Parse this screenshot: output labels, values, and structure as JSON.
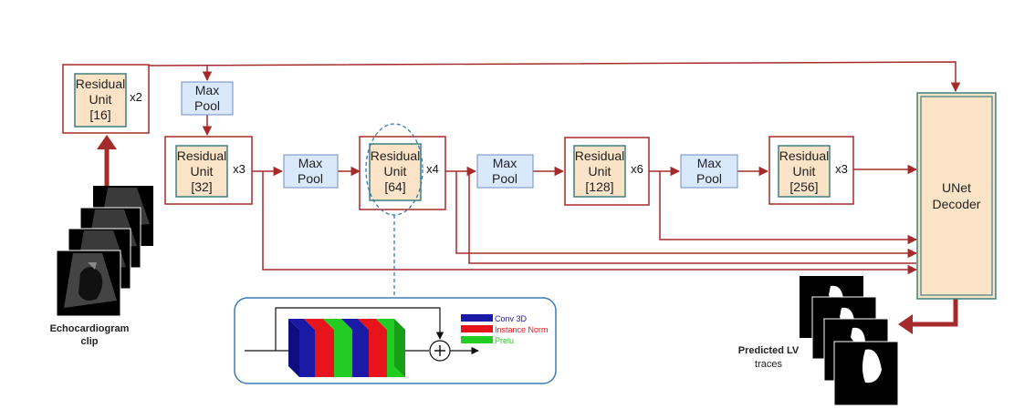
{
  "units": [
    {
      "title": "Residual",
      "line2": "Unit",
      "channels": "[16]",
      "mult": "x2"
    },
    {
      "title": "Residual",
      "line2": "Unit",
      "channels": "[32]",
      "mult": "x3"
    },
    {
      "title": "Residual",
      "line2": "Unit",
      "channels": "[64]",
      "mult": "x4"
    },
    {
      "title": "Residual",
      "line2": "Unit",
      "channels": "[128]",
      "mult": "x6"
    },
    {
      "title": "Residual",
      "line2": "Unit",
      "channels": "[256]",
      "mult": "x3"
    }
  ],
  "pools": [
    {
      "line1": "Max",
      "line2": "Pool"
    },
    {
      "line1": "Max",
      "line2": "Pool"
    },
    {
      "line1": "Max",
      "line2": "Pool"
    },
    {
      "line1": "Max",
      "line2": "Pool"
    }
  ],
  "decoder": {
    "line1": "UNet",
    "line2": "Decoder"
  },
  "input_label": {
    "line1": "Echocardiogram",
    "line2": "clip"
  },
  "output_label": {
    "line1": "Predicted LV",
    "line2": "traces"
  },
  "legend": [
    {
      "label": "Conv 3D",
      "color": "#1a1aa6"
    },
    {
      "label": "Instance Norm",
      "color": "#e8141c"
    },
    {
      "label": "Prelu",
      "color": "#22cc22"
    }
  ],
  "colors": {
    "arrow": "#a52a2a",
    "unit_fill": "#fae3c6",
    "unit_border": "#3e7e7e",
    "pool_fill": "#dae8fc",
    "pool_border": "#6c8ebf",
    "detail_border": "#3a7ab8"
  }
}
